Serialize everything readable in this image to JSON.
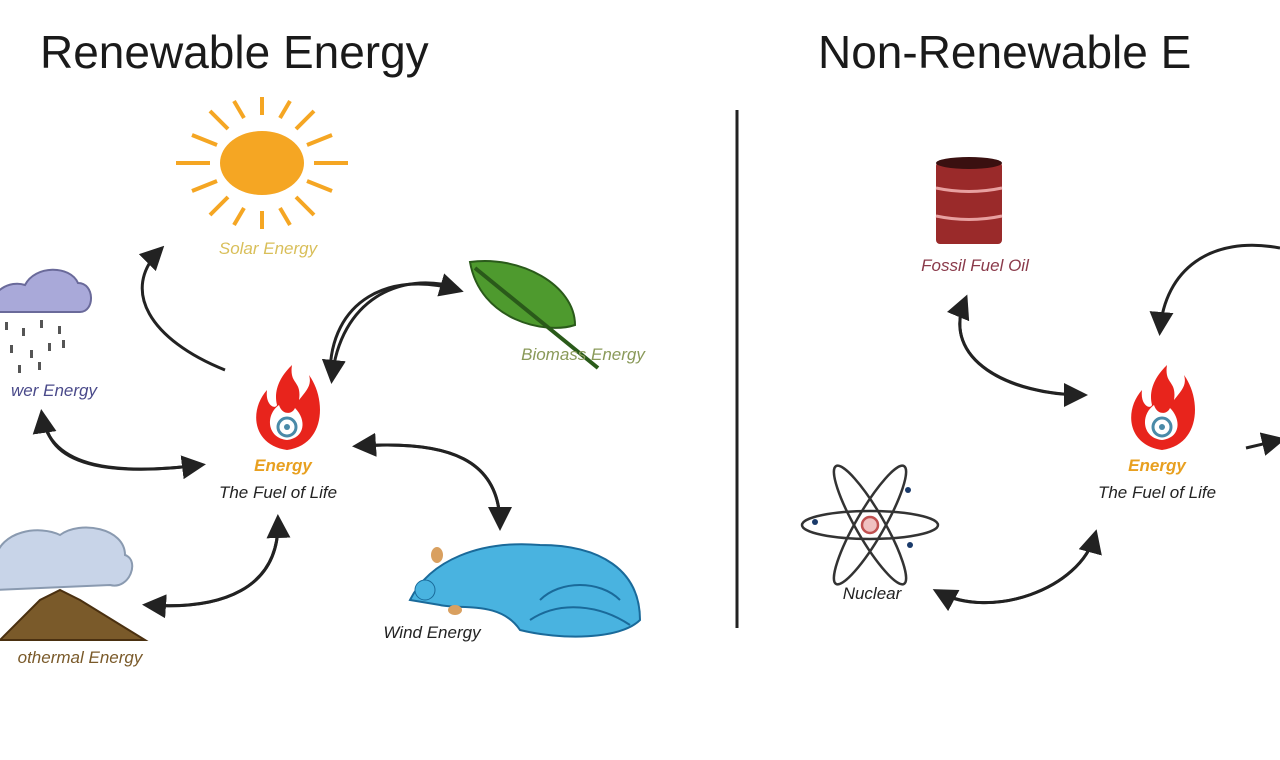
{
  "left_panel": {
    "title": "Renewable Energy",
    "center": {
      "label": "Energy",
      "sublabel": "The Fuel of Life"
    },
    "nodes": {
      "solar": "Solar Energy",
      "hydro": "wer Energy",
      "biomass": "Biomass Energy",
      "wind": "Wind Energy",
      "geothermal": "othermal Energy"
    }
  },
  "right_panel": {
    "title": "Non-Renewable E",
    "center": {
      "label": "Energy",
      "sublabel": "The Fuel of Life"
    },
    "nodes": {
      "fossil": "Fossil Fuel Oil",
      "nuclear": "Nuclear"
    }
  },
  "colors": {
    "sun": "#f5a623",
    "solar_text": "#d9bf5a",
    "hydro_text": "#4a4a8a",
    "leaf": "#4e9a2e",
    "biomass_text": "#8a9a5a",
    "wave": "#49b3e0",
    "volcano": "#7a5a2a",
    "flame": "#e8241c",
    "energy_text": "#e8a020",
    "barrel": "#9a2a2a",
    "fossil_text": "#8a3a4a"
  }
}
